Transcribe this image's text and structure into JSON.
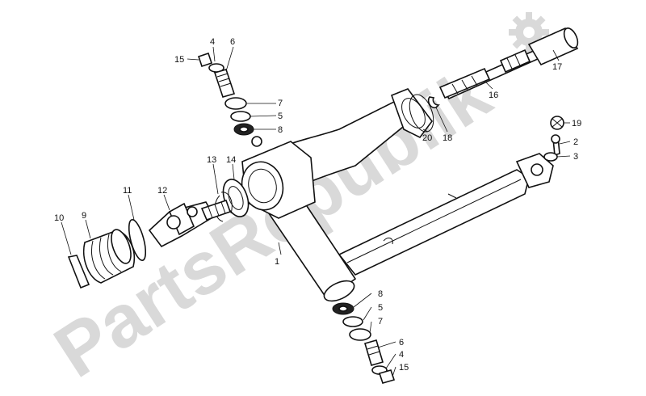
{
  "watermark": {
    "text": "PartsRepublik",
    "color": "#d9d9d9"
  },
  "labels": {
    "p1": "1",
    "p2": "2",
    "p3": "3",
    "p4_top": "4",
    "p4_bottom": "4",
    "p5_top": "5",
    "p5_bottom": "5",
    "p6_top": "6",
    "p6_bottom": "6",
    "p7_top": "7",
    "p7_bottom": "7",
    "p8_top": "8",
    "p8_bottom": "8",
    "p9": "9",
    "p10": "10",
    "p11": "11",
    "p12": "12",
    "p13": "13",
    "p14": "14",
    "p15_top": "15",
    "p15_bottom": "15",
    "p16": "16",
    "p17": "17",
    "p18": "18",
    "p19": "19",
    "p20": "20"
  },
  "icons": {
    "watermark_logo": "gear-icon"
  }
}
